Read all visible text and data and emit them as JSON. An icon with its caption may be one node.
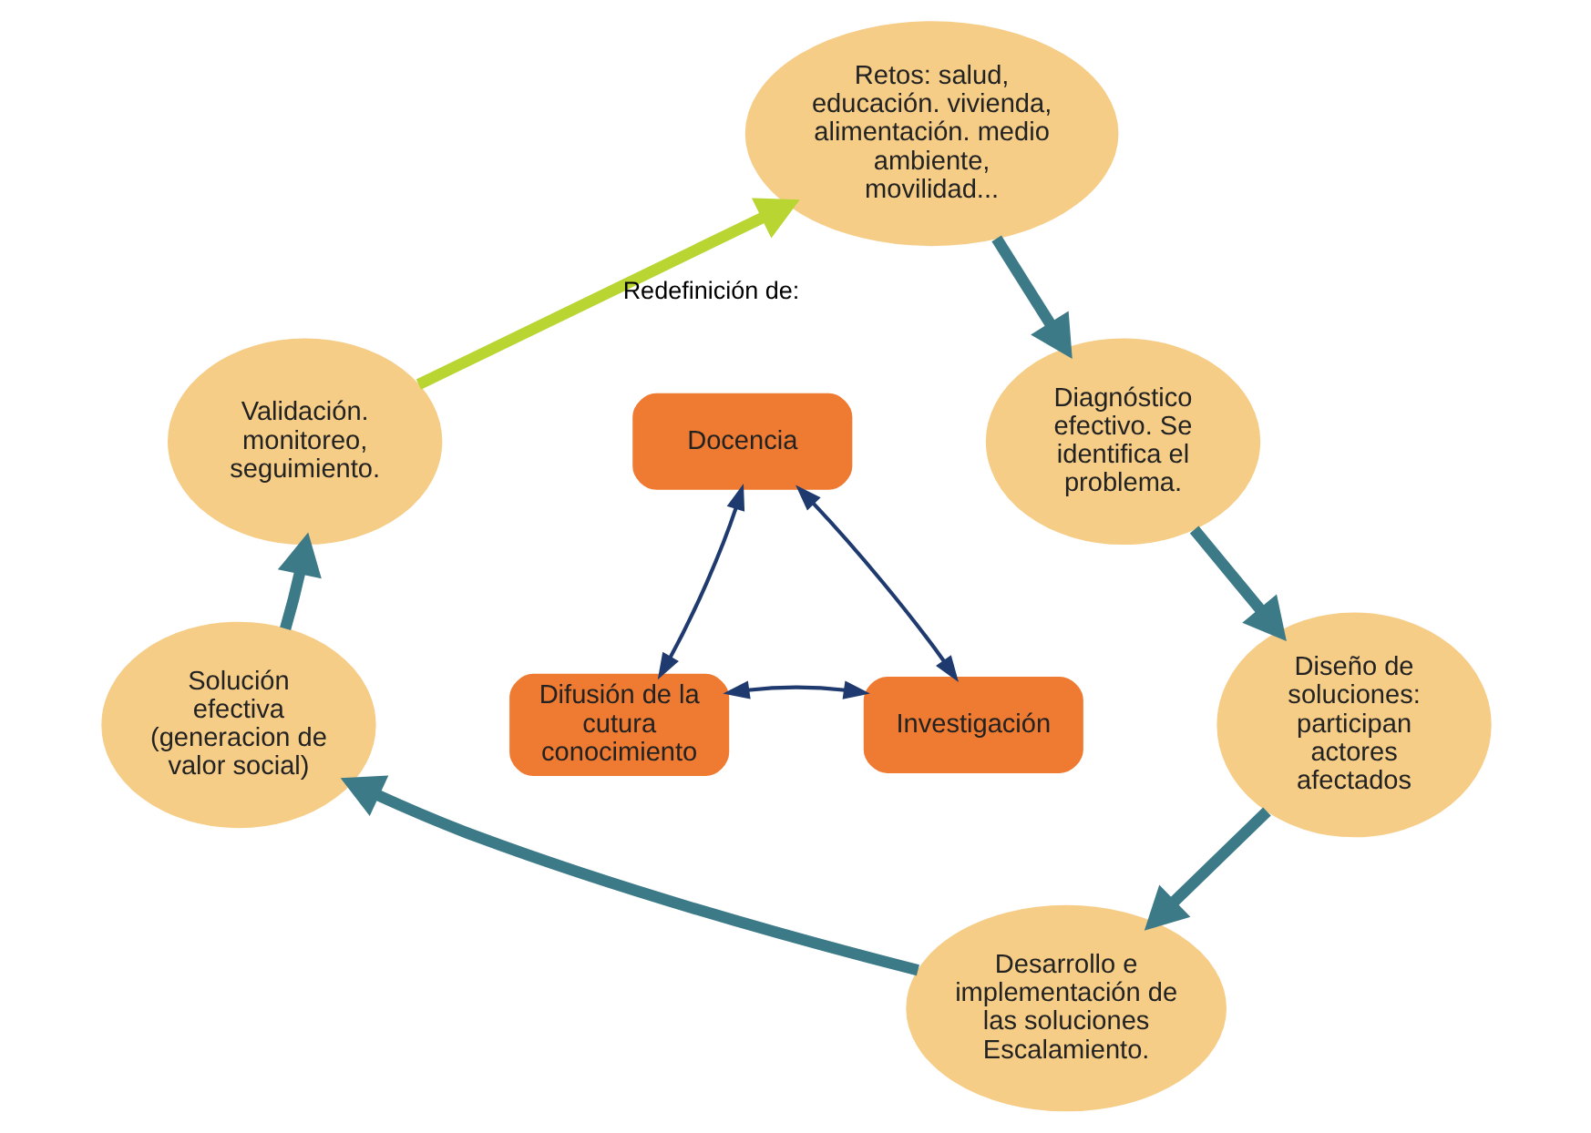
{
  "diagram": {
    "nodes": [
      {
        "text": [
          "Retos: salud, educación. vivienda, alimentación. medio ambiente, movilidad..."
        ]
      },
      {
        "text": [
          "Diagnóstico efectivo. Se identifica el problema."
        ]
      },
      {
        "text": [
          "Diseño de soluciones: participan actores afectados"
        ]
      },
      {
        "text": [
          "Desarrollo e implementación de las soluciones Escalamiento."
        ]
      },
      {
        "text": [
          "Solución efectiva (generacion de valor social)"
        ]
      },
      {
        "text": [
          "Validación. monitoreo, seguimiento."
        ]
      },
      {
        "text": [
          "Docencia"
        ]
      },
      {
        "text": [
          "Difusión de la cutura conocimiento"
        ]
      },
      {
        "text": [
          "Investigación"
        ]
      }
    ],
    "edges": [
      {
        "from": 0,
        "to": 1,
        "arrow": "to"
      },
      {
        "from": 1,
        "to": 2,
        "arrow": "to"
      },
      {
        "from": 2,
        "to": 3,
        "arrow": "to"
      },
      {
        "from": 3,
        "to": 4,
        "arrow": "to"
      },
      {
        "from": 4,
        "to": 5,
        "arrow": "to"
      },
      {
        "from": 5,
        "to": 0,
        "arrow": "to",
        "label": "Redefinición de:",
        "color": "#b9d531"
      },
      {
        "from": 6,
        "to": 7,
        "arrow": "both",
        "color": "#1f3a6e"
      },
      {
        "from": 6,
        "to": 8,
        "arrow": "both",
        "color": "#1f3a6e"
      },
      {
        "from": 7,
        "to": 8,
        "arrow": "both",
        "color": "#1f3a6e"
      }
    ]
  }
}
